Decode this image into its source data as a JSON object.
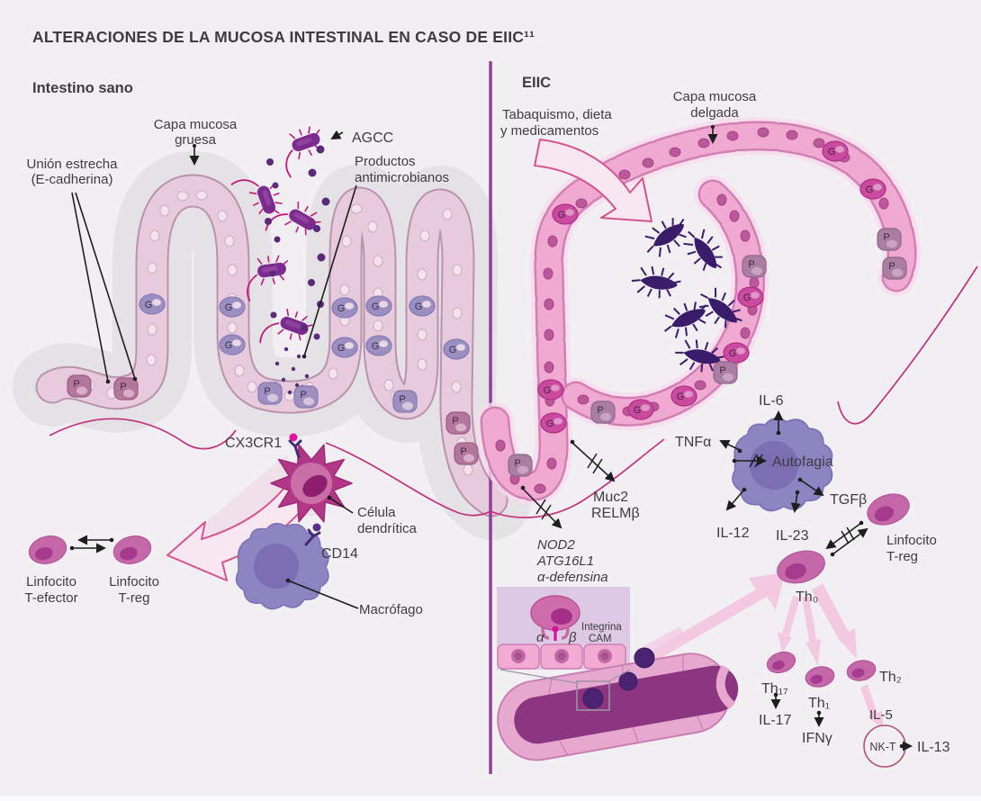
{
  "title": "ALTERACIONES DE LA MUCOSA INTESTINAL EN CASO DE EIIC¹¹",
  "healthy": {
    "heading": "Intestino sano",
    "capa_line1": "Capa mucosa",
    "capa_line2": "gruesa",
    "union_line1": "Unión estrecha",
    "union_line2": "(E-cadherina)",
    "agcc": "AGCC",
    "productos_line1": "Productos",
    "productos_line2": "antimicrobianos",
    "cx3cr1": "CX3CR1",
    "dendritica_line1": "Célula",
    "dendritica_line2": "dendrítica",
    "cd14": "CD14",
    "macrofago": "Macrófago",
    "tefector_line1": "Linfocito",
    "tefector_line2": "T-efector",
    "treg_line1": "Linfocito",
    "treg_line2": "T-reg"
  },
  "eiic": {
    "heading": "EIIC",
    "tabaquismo_line1": "Tabaquismo, dieta",
    "tabaquismo_line2": "y medicamentos",
    "capa_line1": "Capa mucosa",
    "capa_line2": "delgada",
    "il6": "IL-6",
    "tnfa": "TNFα",
    "autofagia": "Autofagia",
    "tgfb": "TGFβ",
    "il12": "IL-12",
    "il23": "IL-23",
    "treg_line1": "Linfocito",
    "treg_line2": "T-reg",
    "muc2": "Muc2",
    "relmb": "RELMβ",
    "gene_line1": "NOD2",
    "gene_line2": "ATG16L1",
    "gene_line3": "α-defensina",
    "alpha": "α",
    "beta": "β",
    "integrina_line1": "Integrina",
    "integrina_line2": "CAM",
    "th0": "Th₀",
    "th17": "Th₁₇",
    "th1": "Th₁",
    "th2": "Th₂",
    "il17": "IL-17",
    "ifng": "IFNγ",
    "il5": "IL-5",
    "nkt": "NK-T",
    "il13": "IL-13"
  },
  "markers": {
    "goblet": "G",
    "paneth": "P"
  },
  "colors": {
    "accent_purple": "#8e3d9a",
    "divider": "#8f3e99",
    "magenta_line": "#c2307e",
    "text_dark": "#3f3b42",
    "healthy_cell": "#e7cbdc",
    "eiic_cell": "#f0a9d1",
    "goblet": "#9b8fc2",
    "macrophage": "#8d84c2",
    "dendritic": "#b23787",
    "bacteria_dark": "#3b1c6b"
  }
}
